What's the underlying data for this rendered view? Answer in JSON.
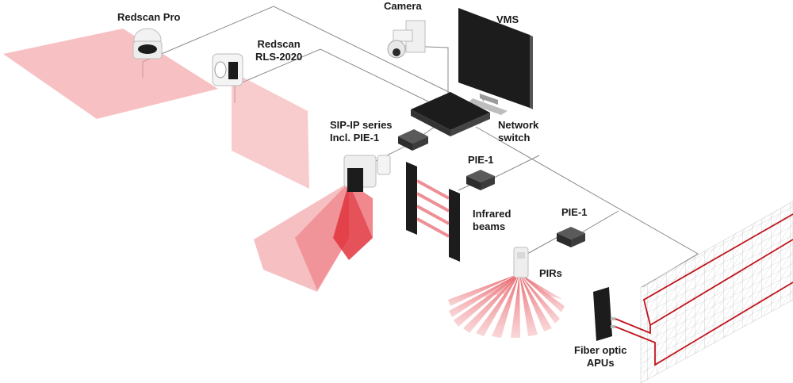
{
  "diagram": {
    "labels": {
      "redscan_pro": "Redscan Pro",
      "redscan_rls_line1": "Redscan",
      "redscan_rls_line2": "RLS-2020",
      "camera": "Camera",
      "vms": "VMS",
      "network_switch_line1": "Network",
      "network_switch_line2": "switch",
      "sip_ip_line1": "SIP-IP series",
      "sip_ip_line2": "Incl. PIE-1",
      "pie1_a": "PIE-1",
      "infrared_line1": "Infrared",
      "infrared_line2": "beams",
      "pie1_b": "PIE-1",
      "pirs": "PIRs",
      "fiber_line1": "Fiber optic",
      "fiber_line2": "APUs"
    },
    "colors": {
      "detection_fill": "#f2a0a3",
      "detection_dark": "#e0343d",
      "cable": "#8a8a8a",
      "fence_mesh": "#c8c8c8",
      "fiber": "#c0141c",
      "device_dark": "#1c1c1c",
      "device_light": "#f2f2f2"
    }
  }
}
